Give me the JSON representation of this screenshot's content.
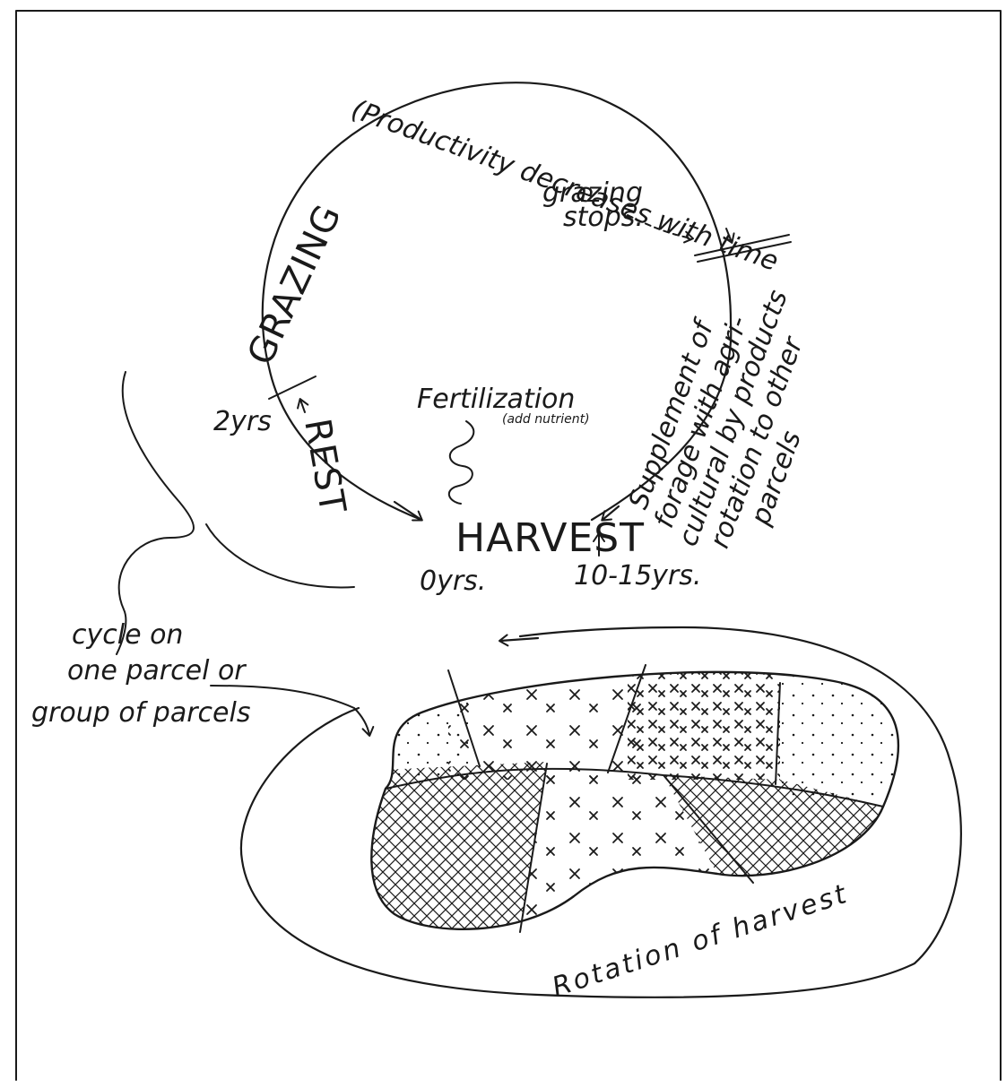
{
  "cycle": {
    "grazing_label": "GRAZING",
    "productivity_note": "(Productivity decreases with time",
    "grazing_stops": [
      "grazing",
      "stops."
    ],
    "rest_label": "REST",
    "two_yrs": "2yrs",
    "fertilization": "Fertilization",
    "add_nutrient": "(add nutrient)",
    "harvest": "HARVEST",
    "zero_yrs": "0yrs.",
    "ten_fifteen_yrs": "10-15yrs.",
    "supplement_lines": [
      "Supplement of",
      "forage with agri-",
      "cultural by products",
      "rotation to other",
      "parcels"
    ]
  },
  "parcel_callout": {
    "line1": "cycle on",
    "line2": "one parcel or",
    "line3": "group of parcels"
  },
  "rotation_label": "Rotation of harvest"
}
